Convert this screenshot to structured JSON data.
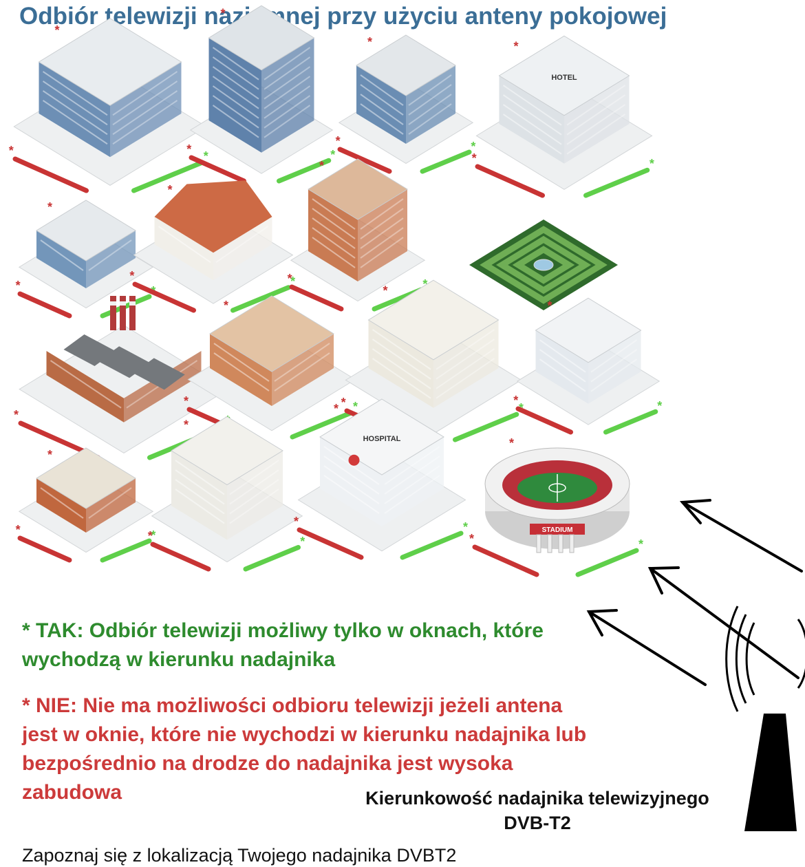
{
  "title": "Odbiór telewizji naziemnej przy użyciu anteny pokojowej",
  "buildings": [
    {
      "name": "office-complex",
      "icon": "office-complex-icon",
      "label": ""
    },
    {
      "name": "glass-tower",
      "icon": "glass-tower-icon",
      "label": ""
    },
    {
      "name": "glass-office",
      "icon": "glass-office-icon",
      "label": ""
    },
    {
      "name": "hotel",
      "icon": "hotel-icon",
      "label": "HOTEL"
    },
    {
      "name": "small-office",
      "icon": "small-office-icon",
      "label": ""
    },
    {
      "name": "house",
      "icon": "house-icon",
      "label": ""
    },
    {
      "name": "brick-apartment",
      "icon": "brick-apartment-icon",
      "label": ""
    },
    {
      "name": "hedge-maze",
      "icon": "hedge-maze-icon",
      "label": ""
    },
    {
      "name": "factory",
      "icon": "factory-icon",
      "label": ""
    },
    {
      "name": "brick-block",
      "icon": "brick-block-icon",
      "label": ""
    },
    {
      "name": "classic-building",
      "icon": "classic-building-icon",
      "label": ""
    },
    {
      "name": "modern-house",
      "icon": "modern-house-icon",
      "label": ""
    },
    {
      "name": "bakery",
      "icon": "bakery-icon",
      "label": ""
    },
    {
      "name": "apartment",
      "icon": "apartment-icon",
      "label": ""
    },
    {
      "name": "hospital",
      "icon": "hospital-icon",
      "label": "HOSPITAL"
    },
    {
      "name": "stadium",
      "icon": "stadium-icon",
      "label": "STADIUM"
    }
  ],
  "legend": {
    "yes_text": "* TAK: Odbiór telewizji możliwy tylko w oknach, które wychodzą w kierunku nadajnika",
    "no_text": "* NIE: Nie ma możliwości odbioru telewizji jeżeli antena jest w oknie, które nie wychodzi w kierunku nadajnika lub bezpośrednio na drodze do nadajnika jest wysoka zabudowa"
  },
  "transmitter_caption": "Kierunkowość nadajnika telewizyjnego DVB-T2",
  "footer": "Zapoznaj się z lokalizacją Twojego nadajnika DVBT2",
  "colors": {
    "title": "#3b6e96",
    "yes": "#2e8b2e",
    "no": "#cc3a3a",
    "good_bar": "#5fcf4a",
    "bad_bar": "#c83434"
  }
}
